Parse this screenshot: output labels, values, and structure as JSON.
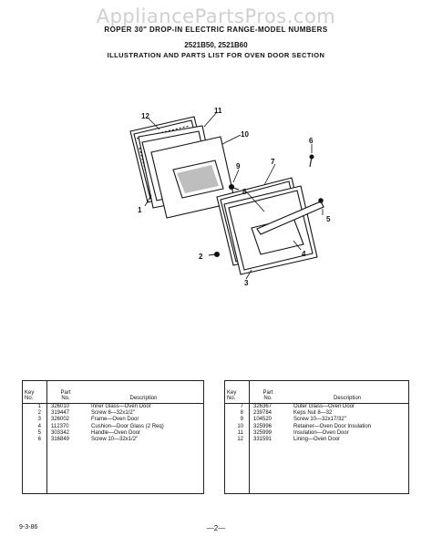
{
  "watermark": "AppliancePartsPros.com",
  "header": {
    "title": "ROPER 30\" DROP-IN ELECTRIC RANGE-MODEL NUMBERS",
    "models": "2521B50, 2521B60",
    "subtitle": "ILLUSTRATION AND PARTS LIST FOR OVEN DOOR SECTION"
  },
  "diagram": {
    "callouts": [
      "1",
      "2",
      "3",
      "4",
      "5",
      "6",
      "7",
      "8",
      "9",
      "10",
      "11",
      "12"
    ]
  },
  "parts_table": {
    "headers": {
      "key": "Key No.",
      "key_line1": "Key",
      "key_line2": "No.",
      "part_line1": "Part",
      "part_line2": "No.",
      "description": "Description"
    },
    "left_rows": [
      {
        "key": "1",
        "part": "326010",
        "description": "Inner Glass—Oven Door"
      },
      {
        "key": "2",
        "part": "319447",
        "description": "Screw 8—32x1/2\""
      },
      {
        "key": "3",
        "part": "326002",
        "description": "Frame—Oven Door"
      },
      {
        "key": "4",
        "part": "112370",
        "description": "Cushion—Door Glass (2 Req)"
      },
      {
        "key": "5",
        "part": "303342",
        "description": "Handle—Oven Door"
      },
      {
        "key": "6",
        "part": "316849",
        "description": "Screw 10—32x1/2\""
      }
    ],
    "right_rows": [
      {
        "key": "7",
        "part": "326367",
        "description": "Outer Glass—Oven Door"
      },
      {
        "key": "8",
        "part": "239784",
        "description": "Keps Nut 8—32"
      },
      {
        "key": "9",
        "part": "104520",
        "description": "Screw 10—32x17/32\""
      },
      {
        "key": "10",
        "part": "325996",
        "description": "Retainer—Oven Door Insulation"
      },
      {
        "key": "11",
        "part": "325999",
        "description": "Insulation—Oven Door"
      },
      {
        "key": "12",
        "part": "331591",
        "description": "Lining—Oven Door"
      }
    ]
  },
  "footer": {
    "date_code": "9-3-86",
    "page": "—2—"
  }
}
